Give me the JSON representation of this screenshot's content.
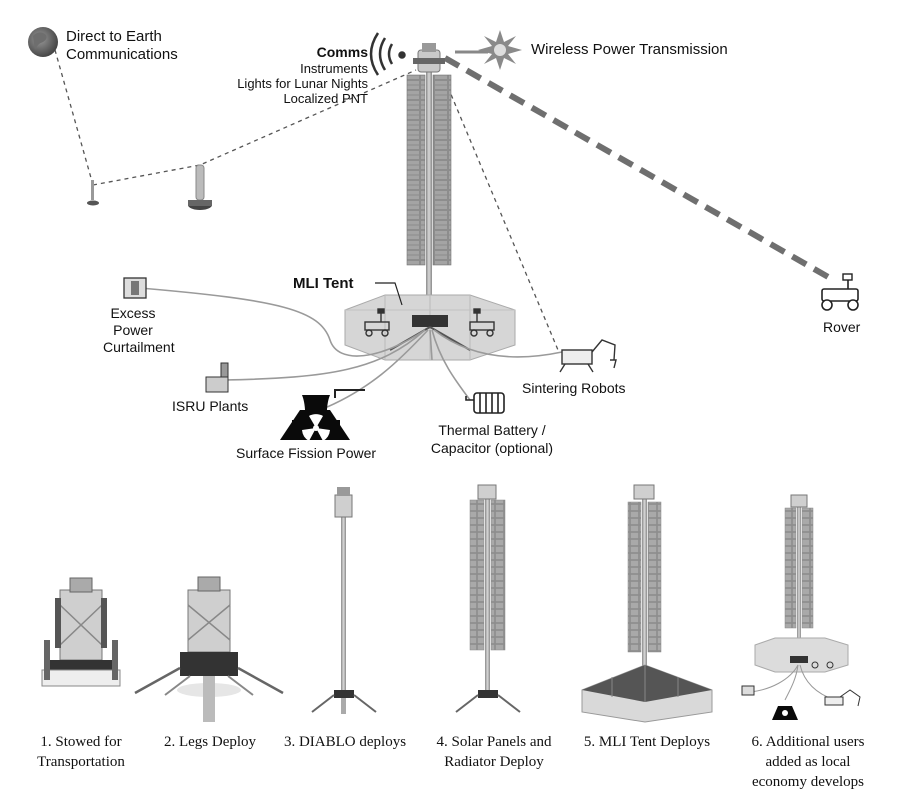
{
  "labels": {
    "direct_to_earth": [
      "Direct to Earth",
      "Communications"
    ],
    "comms": "Comms",
    "instruments": "Instruments",
    "lights": "Lights for Lunar Nights",
    "pnt": "Localized PNT",
    "wireless_power": "Wireless Power Transmission",
    "mli_tent": "MLI Tent",
    "excess_power": [
      "Excess",
      "Power",
      "Curtailment"
    ],
    "isru": "ISRU Plants",
    "fission": "Surface Fission Power",
    "thermal": [
      "Thermal Battery /",
      "Capacitor (optional)"
    ],
    "sintering": "Sintering Robots",
    "rover": "Rover"
  },
  "steps": [
    {
      "lines": [
        "1. Stowed for",
        "Transportation"
      ]
    },
    {
      "lines": [
        "2. Legs Deploy"
      ]
    },
    {
      "lines": [
        "3. DIABLO deploys"
      ]
    },
    {
      "lines": [
        "4. Solar Panels and",
        "Radiator Deploy"
      ]
    },
    {
      "lines": [
        "5. MLI Tent Deploys"
      ]
    },
    {
      "lines": [
        "6. Additional users",
        "added as local",
        "economy develops"
      ]
    }
  ],
  "colors": {
    "ink": "#111111",
    "panel": "#8f8f8f",
    "panel_dark": "#5e5e5e",
    "tent": "#d2d2d2",
    "cable": "#9a9a9a",
    "beam": "#777777"
  },
  "icons": [
    "globe-icon",
    "signal-waves-icon",
    "power-burst-icon",
    "radiation-icon",
    "thermal-battery-icon",
    "rover-icon",
    "robot-arm-icon"
  ]
}
